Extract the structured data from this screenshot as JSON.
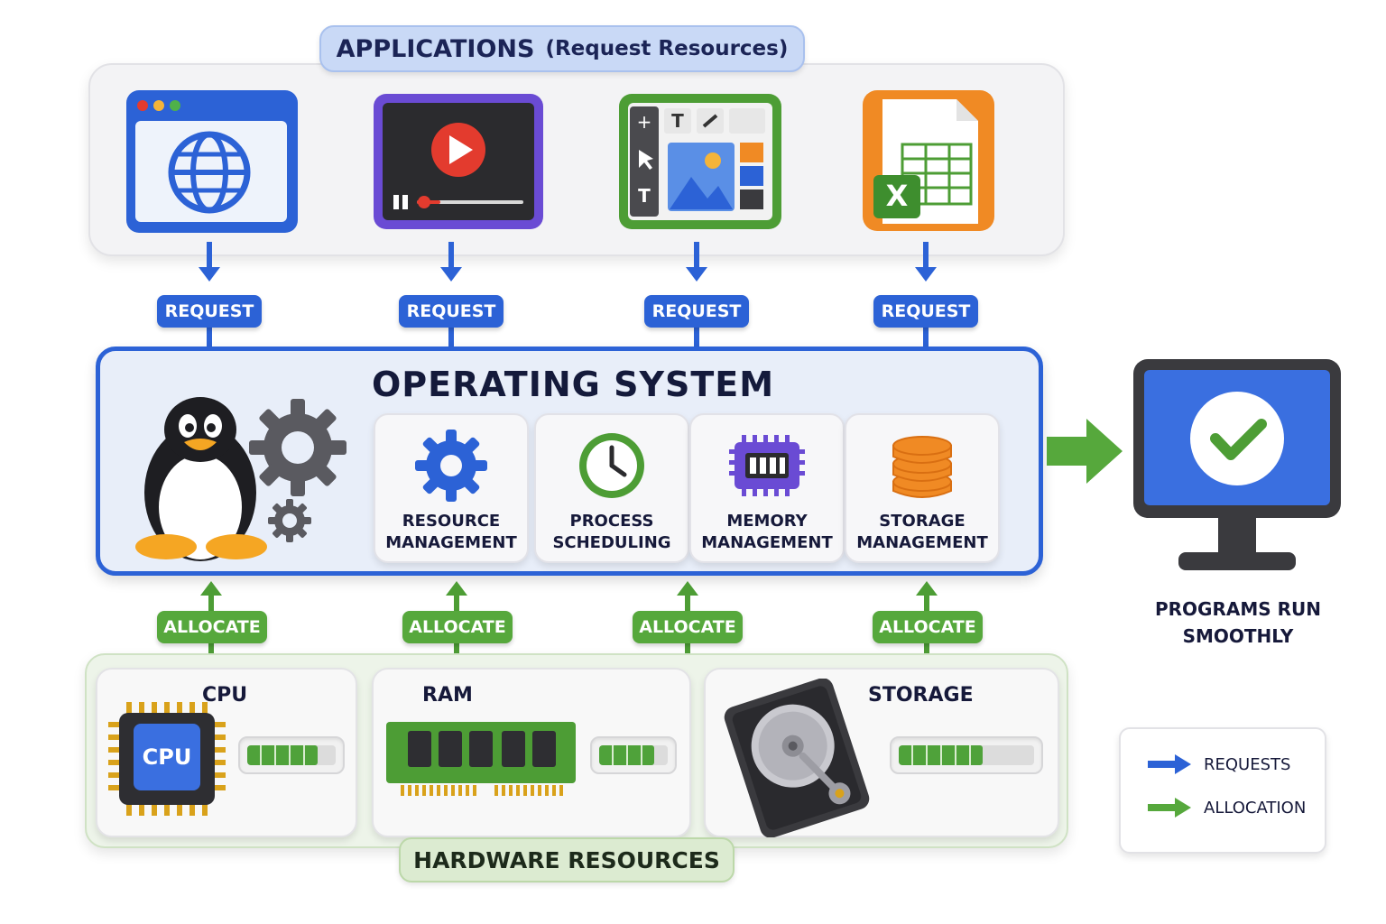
{
  "applications": {
    "title": "APPLICATIONS",
    "subtitle": "(Request Resources)",
    "apps": [
      {
        "icon": "web-browser-icon",
        "color": "#2c62d6"
      },
      {
        "icon": "video-player-icon",
        "color": "#6a4bd4"
      },
      {
        "icon": "image-editor-icon",
        "color": "#4d9d35"
      },
      {
        "icon": "spreadsheet-icon",
        "color": "#f08a24"
      }
    ]
  },
  "requests": [
    "REQUEST",
    "REQUEST",
    "REQUEST",
    "REQUEST"
  ],
  "os": {
    "title": "OPERATING SYSTEM",
    "mascot": "linux-penguin-icon",
    "managers": [
      {
        "line1": "RESOURCE",
        "line2": "MANAGEMENT",
        "icon": "gear-icon"
      },
      {
        "line1": "PROCESS",
        "line2": "SCHEDULING",
        "icon": "clock-icon"
      },
      {
        "line1": "MEMORY",
        "line2": "MANAGEMENT",
        "icon": "memory-chip-icon"
      },
      {
        "line1": "STORAGE",
        "line2": "MANAGEMENT",
        "icon": "database-icon"
      }
    ]
  },
  "allocations": [
    "ALLOCATE",
    "ALLOCATE",
    "ALLOCATE",
    "ALLOCATE"
  ],
  "hardware": {
    "title": "HARDWARE RESOURCES",
    "cpu": {
      "label": "CPU",
      "chip_text": "CPU",
      "usage": 0.8
    },
    "ram": {
      "label": "RAM",
      "usage": 0.8
    },
    "storage": {
      "label": "STORAGE",
      "usage": 0.62
    }
  },
  "result": {
    "line1": "PROGRAMS RUN",
    "line2": "SMOOTHLY"
  },
  "legend": {
    "requests": "REQUESTS",
    "allocation": "ALLOCATION"
  },
  "colors": {
    "request": "#2c62d6",
    "allocate": "#56a83c"
  }
}
